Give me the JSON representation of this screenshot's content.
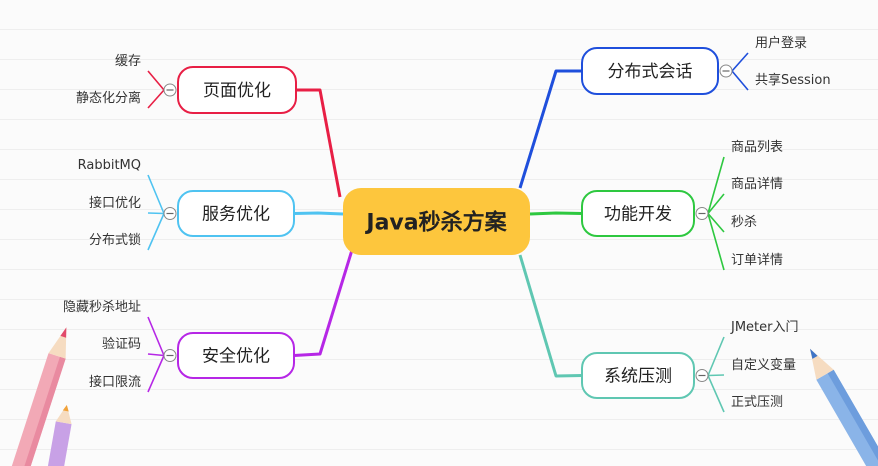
{
  "center": {
    "label": "Java秒杀方案",
    "fill": "#fdc63d"
  },
  "branches": [
    {
      "label": "页面优化",
      "color": "#e81f45",
      "children": [
        "缓存",
        "静态化分离"
      ]
    },
    {
      "label": "服务优化",
      "color": "#4fc3f1",
      "children": [
        "RabbitMQ",
        "接口优化",
        "分布式锁"
      ]
    },
    {
      "label": "安全优化",
      "color": "#b627e6",
      "children": [
        "隐藏秒杀地址",
        "验证码",
        "接口限流"
      ]
    },
    {
      "label": "分布式会话",
      "color": "#1f4fdc",
      "children": [
        "用户登录",
        "共享Session"
      ]
    },
    {
      "label": "功能开发",
      "color": "#2ec840",
      "children": [
        "商品列表",
        "商品详情",
        "秒杀",
        "订单详情"
      ]
    },
    {
      "label": "系统压测",
      "color": "#5fc7b2",
      "children": [
        "JMeter入门",
        "自定义变量",
        "正式压测"
      ]
    }
  ],
  "collapse_icon": "minus-circle-icon",
  "decor_icon": "pencil-icon"
}
